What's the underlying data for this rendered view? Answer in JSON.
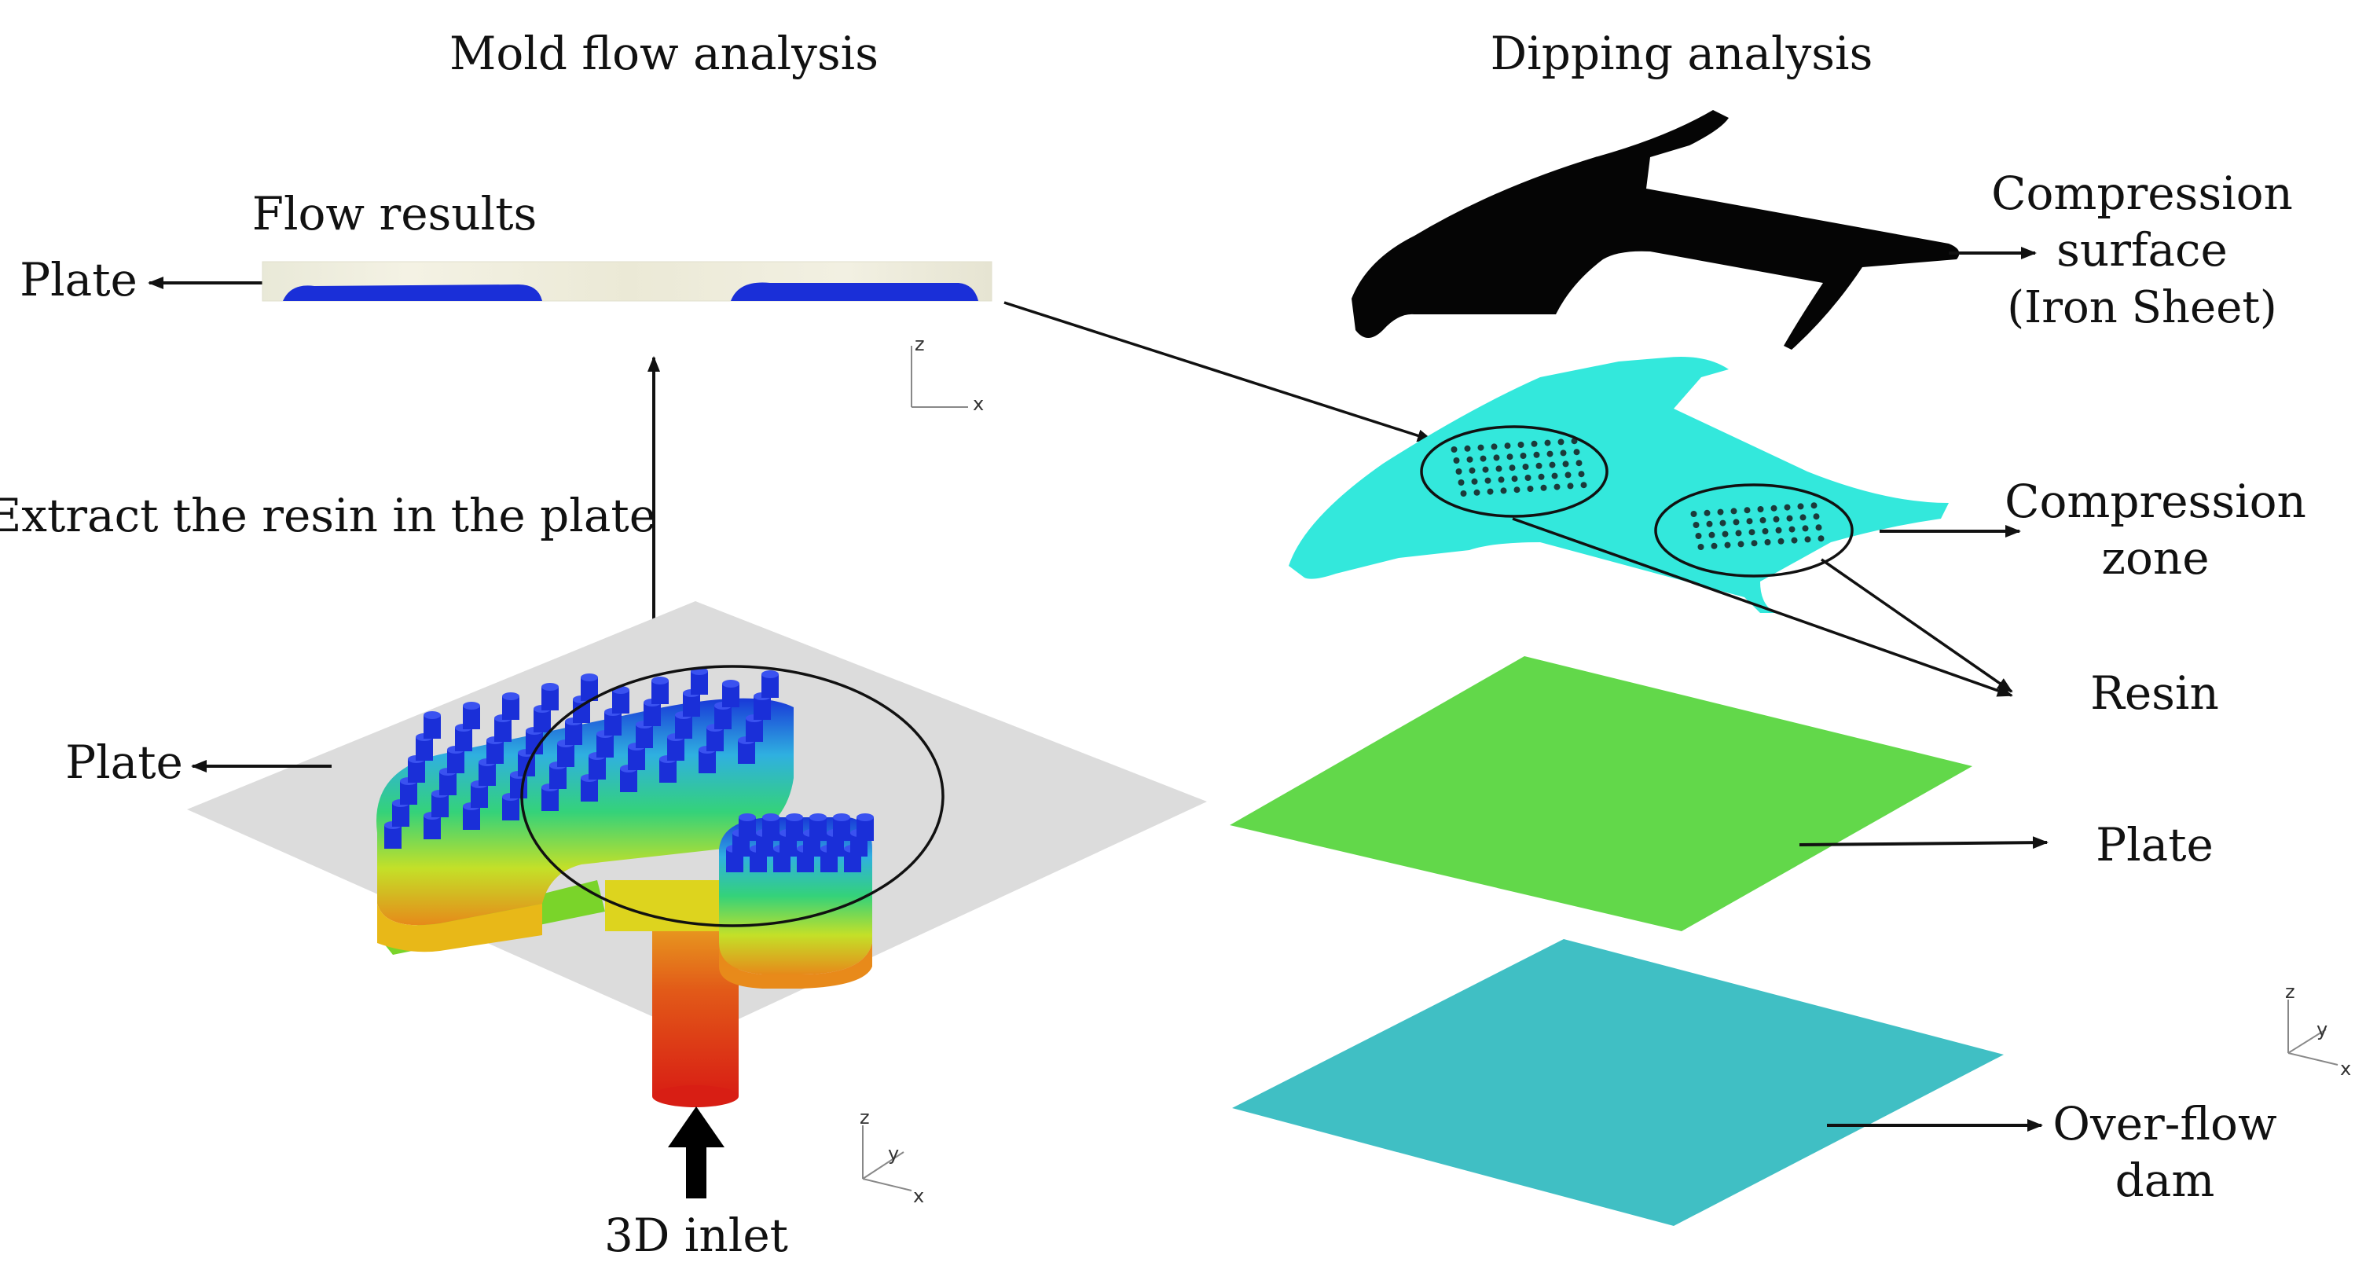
{
  "headings": {
    "mold_flow": "Mold flow analysis",
    "dipping": "Dipping analysis"
  },
  "left": {
    "flow_results": "Flow results",
    "plate_top": "Plate",
    "extract": "Extract the resin in the plate",
    "plate_mid": "Plate",
    "inlet": "3D inlet"
  },
  "right": {
    "compression_surface": [
      "Compression",
      "surface",
      "(Iron Sheet)"
    ],
    "compression_zone": [
      "Compression",
      "zone"
    ],
    "resin": "Resin",
    "plate": "Plate",
    "overflow_dam": [
      "Over-flow",
      "dam"
    ]
  },
  "axes": {
    "xz": {
      "z": "z",
      "x": "x"
    },
    "xyz": {
      "z": "z",
      "y": "y",
      "x": "x"
    }
  },
  "colors": {
    "resin_blue": "#1a2fd8",
    "iron_sheet": "#050505",
    "compression_cyan": "#33e8dc",
    "plate_green": "#62d84a",
    "dam_teal": "#40bfc4",
    "gray_plate": "#dcdcdc"
  }
}
